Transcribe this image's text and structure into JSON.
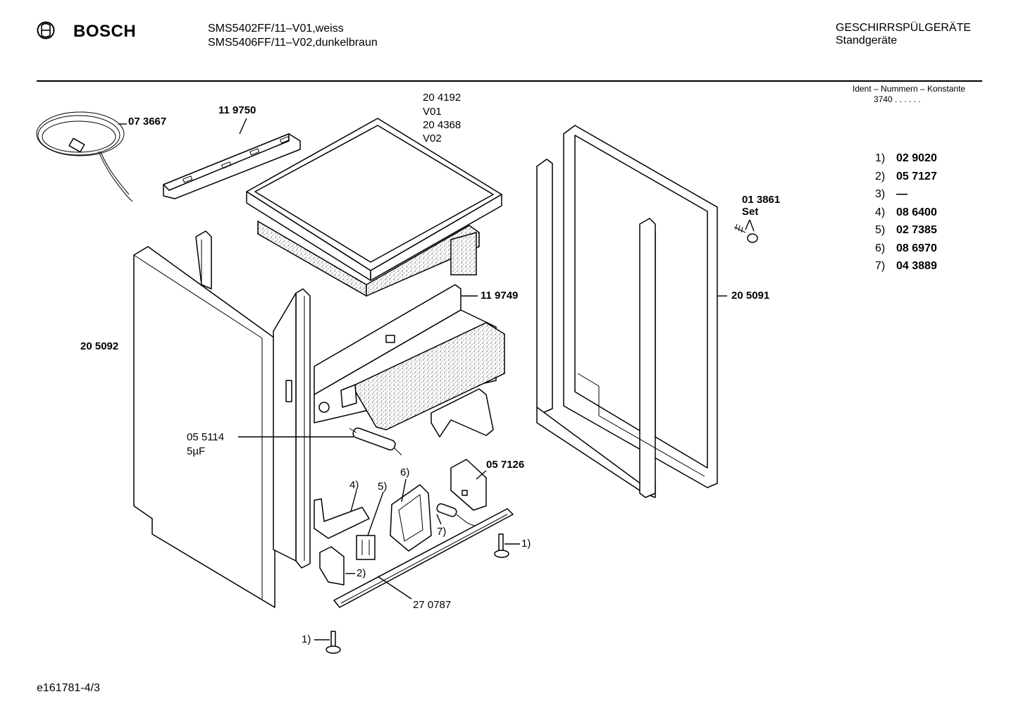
{
  "header": {
    "brand": "BOSCH",
    "model_1": "SMS5402FF/11–V01,weiss",
    "model_2": "SMS5406FF/11–V02,dunkelbraun",
    "category": "GESCHIRRSPÜLGERÄTE",
    "subcategory": "Standgeräte",
    "ident_label": "Ident – Nummern – Konstante",
    "ident_value": "3740 . . . . . ."
  },
  "parts": {
    "cord": "07 3667",
    "rail": "11 9750",
    "top_ids": [
      "20 4192",
      "V01",
      "20 4368",
      "V02"
    ],
    "side_panel_left": "20 5092",
    "front_frame": "11 9749",
    "capacitor_id": "05 5114",
    "capacitor_value": "5µF",
    "set_id": "01 3861",
    "set_label": "Set",
    "side_panel_right": "20 5091",
    "bracket": "05 7126",
    "base_rail": "27 0787"
  },
  "callouts": {
    "c4": "4)",
    "c5": "5)",
    "c6": "6)",
    "c7": "7)",
    "c2": "2)",
    "c1_right": "1)",
    "c1_bottom": "1)"
  },
  "key": [
    {
      "n": "1)",
      "v": "02 9020"
    },
    {
      "n": "2)",
      "v": "05 7127"
    },
    {
      "n": "3)",
      "v": "—"
    },
    {
      "n": "4)",
      "v": "08 6400"
    },
    {
      "n": "5)",
      "v": "02 7385"
    },
    {
      "n": "6)",
      "v": "08 6970"
    },
    {
      "n": "7)",
      "v": "04 3889"
    }
  ],
  "footer": {
    "code": "e161781-4/3"
  }
}
